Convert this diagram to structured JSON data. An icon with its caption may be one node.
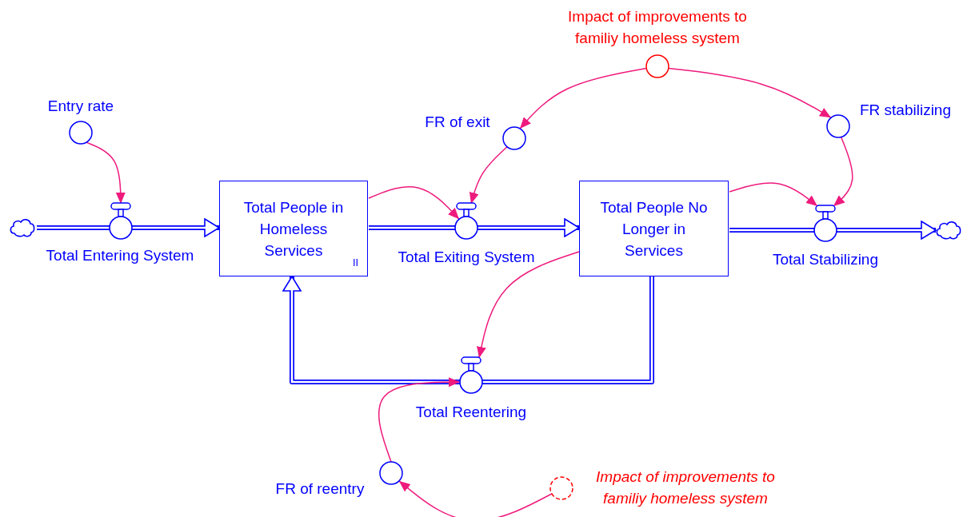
{
  "diagram": {
    "nodes": [
      {
        "text": [],
        "shape": "cloud"
      },
      {
        "text": [
          "Total Entering System"
        ]
      },
      {
        "text": [
          "Total People in Homeless Services"
        ]
      },
      {
        "text": [
          "Total Exiting System"
        ]
      },
      {
        "text": [
          "Total People No Longer in Services"
        ]
      },
      {
        "text": [
          "Total Stabilizing"
        ]
      },
      {
        "text": [],
        "shape": "cloud"
      },
      {
        "text": [
          "Entry rate"
        ]
      },
      {
        "text": [
          "FR of exit"
        ]
      },
      {
        "text": [
          "Impact of improvements to familiy homeless system"
        ]
      },
      {
        "text": [
          "FR stabilizing"
        ]
      },
      {
        "text": [
          "Total Reentering"
        ]
      },
      {
        "text": [
          "FR of reentry"
        ]
      },
      {
        "text": [
          "Impact of improvements to familiy homeless system"
        ]
      }
    ],
    "edges": [
      {
        "from": 0,
        "to": 1,
        "arrow": "none",
        "style": "thick",
        "color": "#0000ff"
      },
      {
        "from": 1,
        "to": 2,
        "arrow": "to",
        "style": "thick",
        "color": "#0000ff"
      },
      {
        "from": 2,
        "to": 3,
        "arrow": "none",
        "style": "thick",
        "color": "#0000ff"
      },
      {
        "from": 3,
        "to": 4,
        "arrow": "to",
        "style": "thick",
        "color": "#0000ff"
      },
      {
        "from": 4,
        "to": 5,
        "arrow": "none",
        "style": "thick",
        "color": "#0000ff"
      },
      {
        "from": 5,
        "to": 6,
        "arrow": "to",
        "style": "thick",
        "color": "#0000ff"
      },
      {
        "from": 4,
        "to": 11,
        "arrow": "none",
        "style": "thick",
        "color": "#0000ff"
      },
      {
        "from": 11,
        "to": 2,
        "arrow": "to",
        "style": "thick",
        "color": "#0000ff"
      },
      {
        "from": 7,
        "to": 1,
        "arrow": "to"
      },
      {
        "from": 2,
        "to": 3,
        "arrow": "to"
      },
      {
        "from": 8,
        "to": 3,
        "arrow": "to"
      },
      {
        "from": 9,
        "to": 8,
        "arrow": "to"
      },
      {
        "from": 9,
        "to": 10,
        "arrow": "to"
      },
      {
        "from": 10,
        "to": 5,
        "arrow": "to"
      },
      {
        "from": 4,
        "to": 5,
        "arrow": "to"
      },
      {
        "from": 4,
        "to": 11,
        "arrow": "to"
      },
      {
        "from": 13,
        "to": 12,
        "arrow": "to"
      },
      {
        "from": 12,
        "to": 11,
        "arrow": "to"
      }
    ],
    "labels": [
      "II"
    ]
  }
}
